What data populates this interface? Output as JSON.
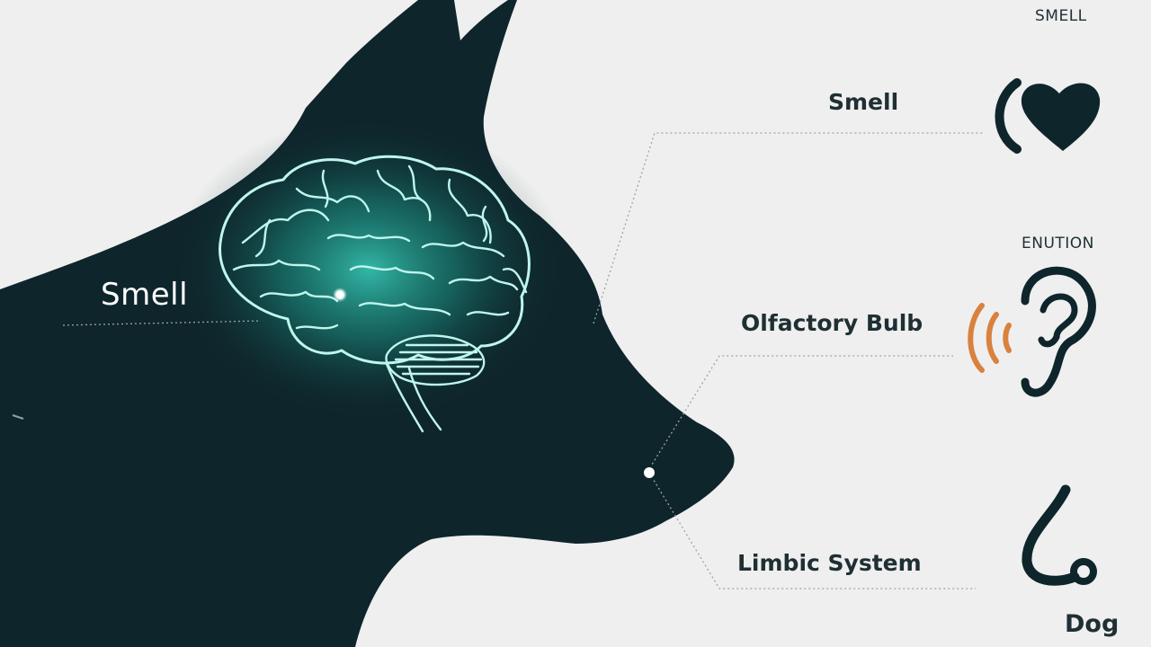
{
  "diagram": {
    "labels": {
      "brain_label": "Smell",
      "smell": "Smell",
      "olfactory_bulb": "Olfactory Bulb",
      "limbic_system": "Limbic System"
    },
    "icon_captions": {
      "top": "SMELL",
      "middle": "ENUTION",
      "bottom": "Dog"
    },
    "icons": [
      "heart-icon",
      "ear-icon",
      "nose-icon"
    ],
    "colors": {
      "background": "#efefef",
      "silhouette": "#0e252b",
      "brain_glow": "#2fd9c2",
      "sound_waves": "#d9813f",
      "text": "#1f2f33"
    }
  }
}
